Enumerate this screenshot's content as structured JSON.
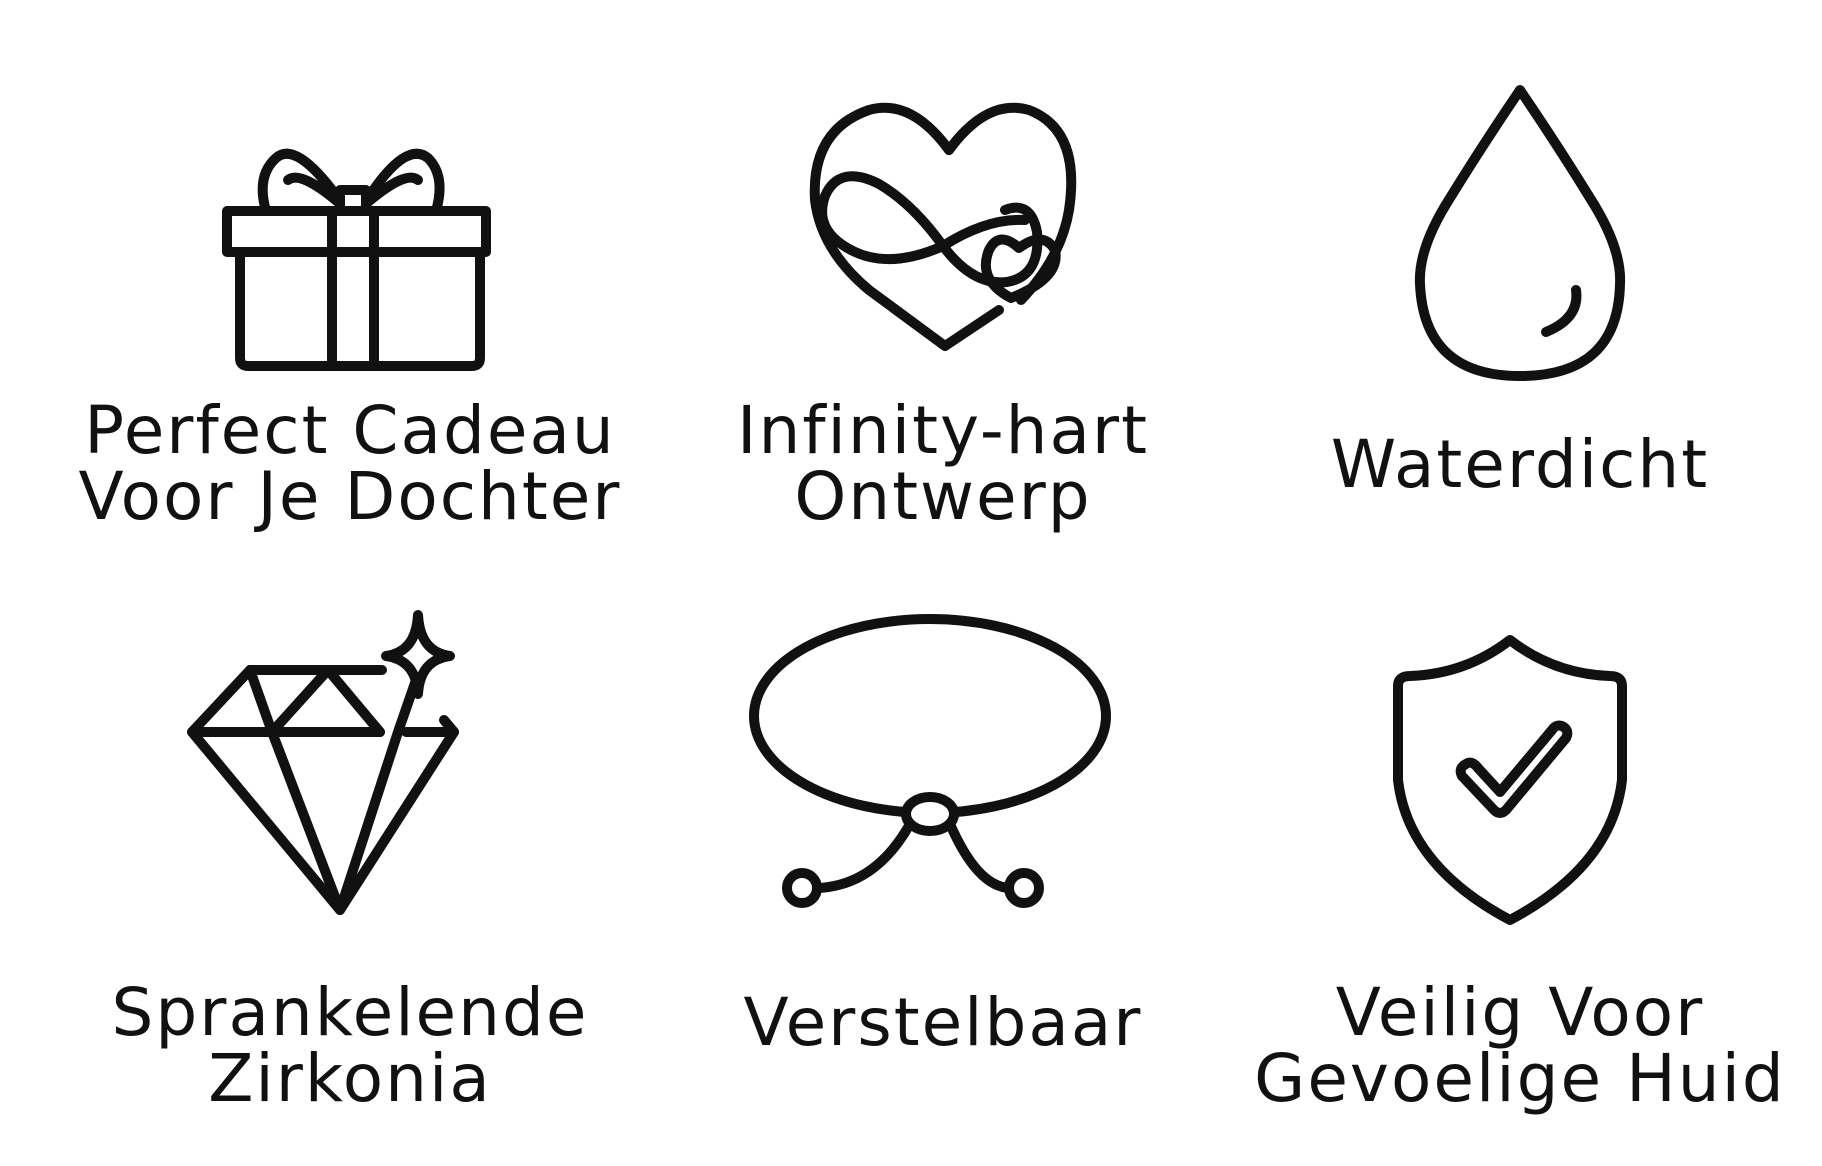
{
  "colors": {
    "background": "#ffffff",
    "ink": "#111111"
  },
  "features": [
    {
      "icon": "gift-icon",
      "label_lines": [
        "Perfect Cadeau",
        "Voor Je Dochter"
      ]
    },
    {
      "icon": "infinity-heart-icon",
      "label_lines": [
        "Infinity-hart",
        "Ontwerp"
      ]
    },
    {
      "icon": "water-drop-icon",
      "label_lines": [
        "Waterdicht"
      ]
    },
    {
      "icon": "diamond-sparkle-icon",
      "label_lines": [
        "Sprankelende",
        "Zirkonia"
      ]
    },
    {
      "icon": "adjustable-bracelet-icon",
      "label_lines": [
        "Verstelbaar"
      ]
    },
    {
      "icon": "shield-check-icon",
      "label_lines": [
        "Veilig Voor",
        "Gevoelige Huid"
      ]
    }
  ]
}
